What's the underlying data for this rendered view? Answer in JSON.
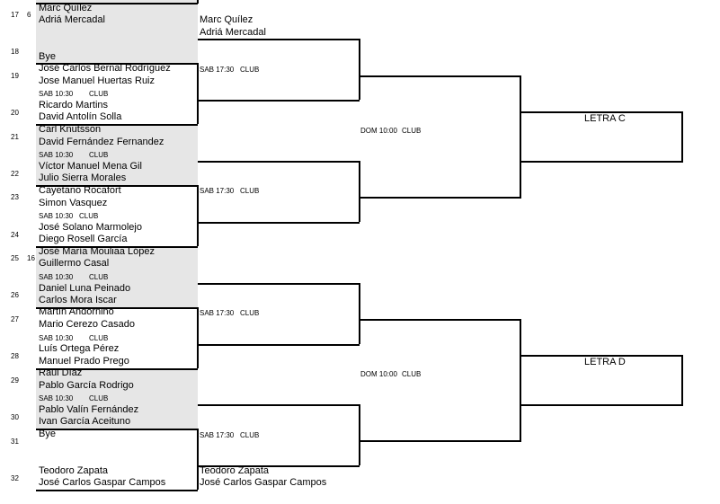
{
  "rows": [
    {
      "n": "17",
      "seed": "6"
    },
    {
      "n": "18"
    },
    {
      "n": "19"
    },
    {
      "n": "20"
    },
    {
      "n": "21"
    },
    {
      "n": "22"
    },
    {
      "n": "23"
    },
    {
      "n": "24"
    },
    {
      "n": "25",
      "seed": "16"
    },
    {
      "n": "26"
    },
    {
      "n": "27"
    },
    {
      "n": "28"
    },
    {
      "n": "29"
    },
    {
      "n": "30"
    },
    {
      "n": "31"
    },
    {
      "n": "32"
    }
  ],
  "r1": [
    "Marc Quílez",
    "Adriá Mercadal",
    "Bye",
    "José Carlos Bernal Rodríguez",
    "Jose Manuel  Huertas  Ruiz",
    "Ricardo Martins",
    "David Antolín Solla",
    "Carl Knutsson",
    "David Fernández  Fernandez",
    "Víctor Manuel Mena Gil",
    "Julio Sierra Morales",
    "Cayetano Rocafort",
    "Simon Vasquez",
    "José Solano Marmolejo",
    "Diego Rosell García",
    "José María Mouliaa López",
    "Guillermo Casal",
    "Daniel Luna  Peinado",
    "Carlos Mora Iscar",
    "Martín Andornino",
    "Mario Cerezo Casado",
    "Luís Ortega Pérez",
    "Manuel Prado Prego",
    "Raúl Díaz",
    "Pablo García Rodrigo",
    "Pablo Valín Fernández",
    "Ivan García Aceituno",
    "Bye",
    "Teodoro Zapata",
    "José Carlos Gaspar Campos"
  ],
  "r1_sched": [
    {
      "day": "SAB 10:30",
      "club": "CLUB"
    },
    {
      "day": "SAB 10:30",
      "club": "CLUB"
    },
    {
      "day": "SAB 10:30",
      "club": "CLUB"
    },
    {
      "day": "SAB 10:30",
      "club": "CLUB"
    },
    {
      "day": "SAB 10:30",
      "club": "CLUB"
    },
    {
      "day": "SAB 10:30",
      "club": "CLUB"
    }
  ],
  "r2": [
    "Marc Quílez",
    "Adriá Mercadal",
    "Teodoro Zapata",
    "José Carlos Gaspar Campos"
  ],
  "r2_sched": [
    {
      "day": "SAB 17:30",
      "club": "CLUB"
    },
    {
      "day": "SAB 17:30",
      "club": "CLUB"
    },
    {
      "day": "SAB 17:30",
      "club": "CLUB"
    },
    {
      "day": "SAB 17:30",
      "club": "CLUB"
    }
  ],
  "r3_sched": [
    {
      "day": "DOM 10:00",
      "club": "CLUB"
    },
    {
      "day": "DOM 10:00",
      "club": "CLUB"
    }
  ],
  "letters": [
    "LETRA C",
    "LETRA D"
  ]
}
